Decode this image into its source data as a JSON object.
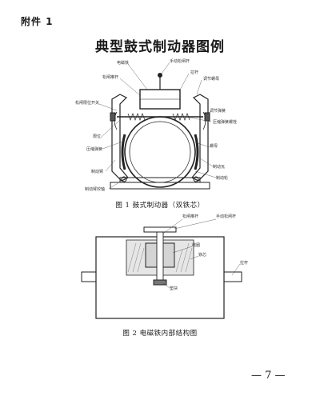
{
  "header": {
    "attachment_label": "附件 1"
  },
  "title": "典型鼓式制动器图例",
  "figure1": {
    "caption": "图 1  鼓式制动器（双铁芯）",
    "labels": {
      "electromagnet": "电磁铁",
      "manual_release_bar": "手动松闸杆",
      "pull_rod": "拉杆",
      "release_push_rod": "松闸推杆",
      "adjust_nut": "调节螺母",
      "release_limit_switch": "松闸限位开关",
      "adjust_spring": "调节弹簧",
      "pressure_spring_bolt": "压缩弹簧螺栓",
      "limit": "限位",
      "compression_spring": "压缩弹簧",
      "nut": "螺母",
      "brake_arm": "制动臂",
      "brake_arm_hinge": "制动臂铰轴",
      "brake_shoe": "制动瓦",
      "brake_wheel": "制动轮"
    }
  },
  "figure2": {
    "caption": "图 2  电磁铁内部结构图",
    "labels": {
      "release_push_rod": "松闸推杆",
      "manual_release_bar": "手动松闸杆",
      "coil": "线圈",
      "core": "铁芯",
      "pull_rod": "拉杆",
      "spacer": "垫块"
    }
  },
  "footer": {
    "page_number": "— 7 —"
  }
}
